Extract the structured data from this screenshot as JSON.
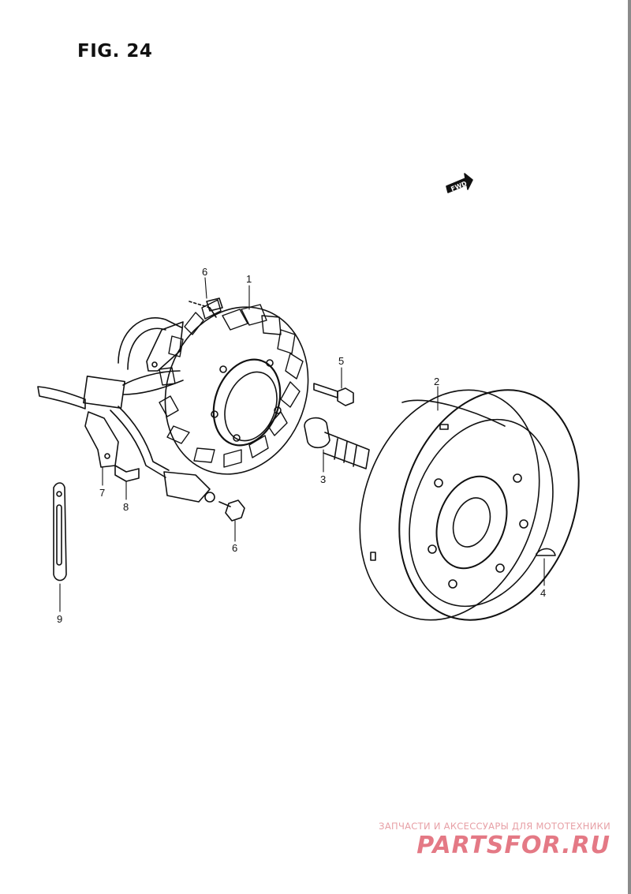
{
  "figure": {
    "title": "FIG. 24",
    "fwd_mark": "FWD"
  },
  "callouts": [
    {
      "id": "p1",
      "text": "1"
    },
    {
      "id": "p2",
      "text": "2"
    },
    {
      "id": "p3",
      "text": "3"
    },
    {
      "id": "p4",
      "text": "4"
    },
    {
      "id": "p5",
      "text": "5"
    },
    {
      "id": "p6a",
      "text": "6"
    },
    {
      "id": "p6b",
      "text": "6"
    },
    {
      "id": "p7",
      "text": "7"
    },
    {
      "id": "p8",
      "text": "8"
    },
    {
      "id": "p9",
      "text": "9"
    }
  ],
  "watermark": {
    "tagline": "ЗАПЧАСТИ И АКСЕССУАРЫ ДЛЯ МОТОТЕХНИКИ",
    "brand": "PARTSFOR.RU"
  }
}
